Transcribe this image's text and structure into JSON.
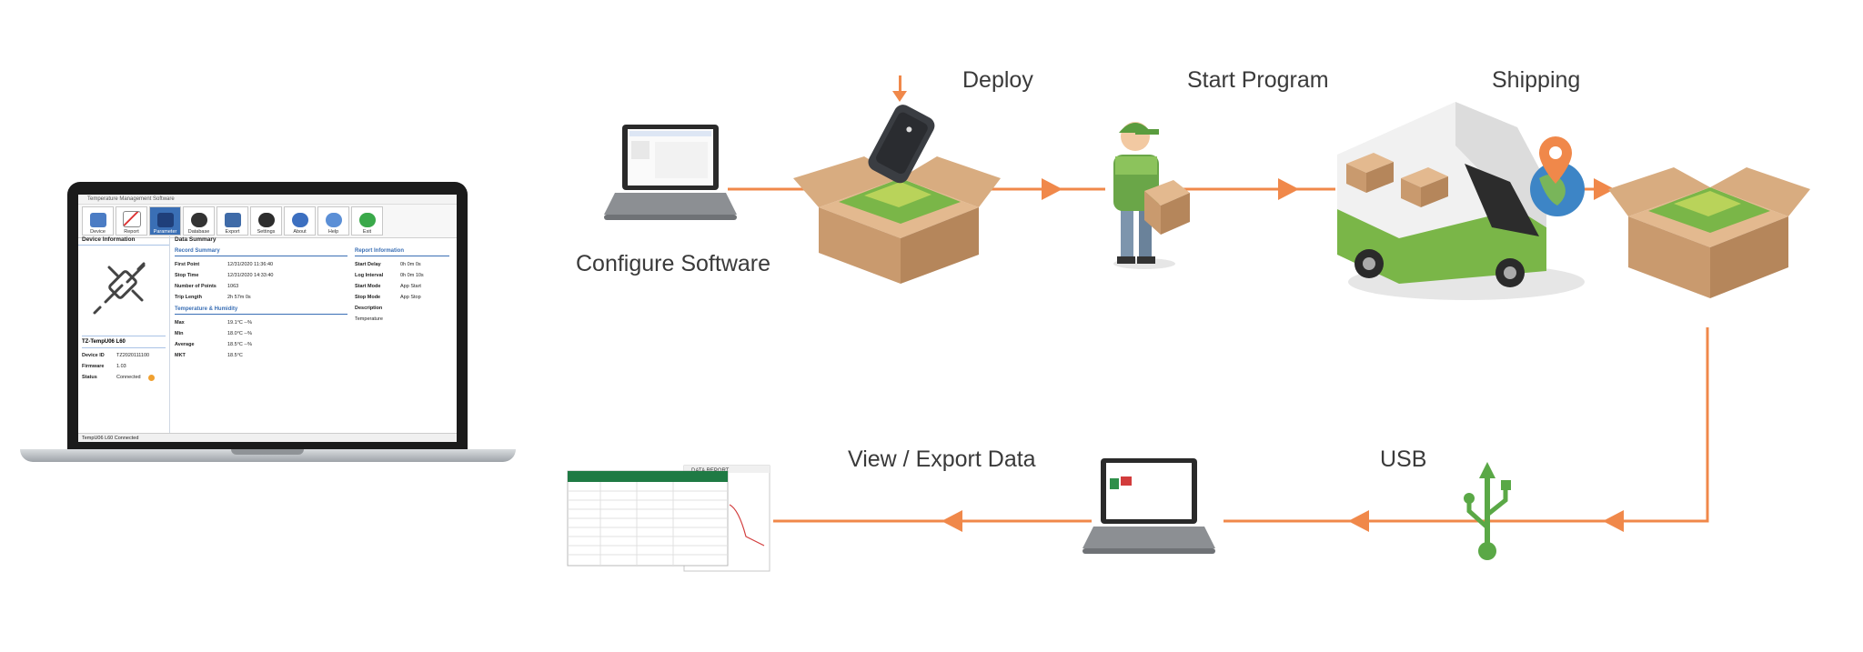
{
  "steps": {
    "configure": "Configure Software",
    "deploy": "Deploy",
    "start_program": "Start Program",
    "shipping": "Shipping",
    "usb": "USB",
    "view_export": "View / Export Data"
  },
  "app": {
    "window_title": "Temperature Management Software",
    "toolbar": [
      {
        "label": "Device",
        "icon": "monitor-icon"
      },
      {
        "label": "Report",
        "icon": "chart-icon"
      },
      {
        "label": "Parameter",
        "icon": "disk-icon"
      },
      {
        "label": "Database",
        "icon": "binoculars-icon"
      },
      {
        "label": "Export",
        "icon": "folder-icon"
      },
      {
        "label": "Settings",
        "icon": "gear-icon"
      },
      {
        "label": "About",
        "icon": "info-icon"
      },
      {
        "label": "Help",
        "icon": "help-icon"
      },
      {
        "label": "Exit",
        "icon": "power-icon"
      }
    ],
    "device_info_title": "Device Information",
    "data_summary_title": "Data Summary",
    "device_name": "TZ-TempU06 L60",
    "device_id_label": "Device ID",
    "device_id": "TZ2020111100",
    "firmware_label": "Firmware",
    "firmware": "1.03",
    "status_label": "Status",
    "status": "Connected",
    "record_summary_title": "Record Summary",
    "report_info_title": "Report Information",
    "first_point_label": "First Point",
    "first_point": "12/31/2020 11:36:40",
    "stop_time_label": "Stop Time",
    "stop_time": "12/31/2020 14:33:40",
    "num_points_label": "Number of Points",
    "num_points": "1063",
    "trip_length_label": "Trip Length",
    "trip_length": "2h 57m 0s",
    "temp_humidity_title": "Temperature & Humidity",
    "max_label": "Max",
    "max": "19.1°C --%",
    "min_label": "Min",
    "min": "18.0°C --%",
    "avg_label": "Average",
    "avg": "18.5°C --%",
    "mkt_label": "MKT",
    "mkt": "18.5°C",
    "start_delay_label": "Start Delay",
    "start_delay": "0h 0m 0s",
    "log_interval_label": "Log Interval",
    "log_interval": "0h 0m 10s",
    "start_mode_label": "Start Mode",
    "start_mode": "App Start",
    "stop_mode_label": "Stop Mode",
    "stop_mode": "App Stop",
    "description_label": "Description",
    "description": "Temperature",
    "statusbar": "TempU06 L60 Connected"
  },
  "colors": {
    "flow": "#f0884a",
    "usb": "#5aa846",
    "box": "#c99a6e",
    "box_green": "#7ab648",
    "accent_blue": "#3a6fb5"
  }
}
